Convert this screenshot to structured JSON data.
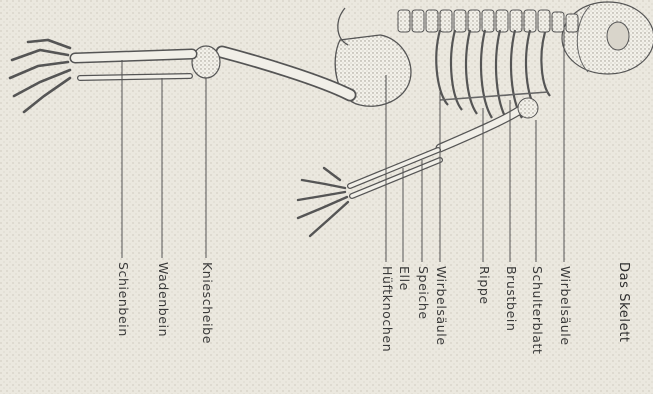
{
  "diagram": {
    "title": "Das Skelett",
    "labels": {
      "wirbelsaeule_oben": "Wirbelsäule",
      "schulterblatt": "Schulterblatt",
      "brustbein": "Brustbein",
      "rippe": "Rippe",
      "wirbelsaeule_unten": "Wirbelsäule",
      "speiche": "Speiche",
      "elle": "Elle",
      "hueftknochen": "Hüftknochen",
      "kniescheibe": "Kniescheibe",
      "wadenbein": "Wadenbein",
      "schienbein": "Schienbein"
    }
  }
}
